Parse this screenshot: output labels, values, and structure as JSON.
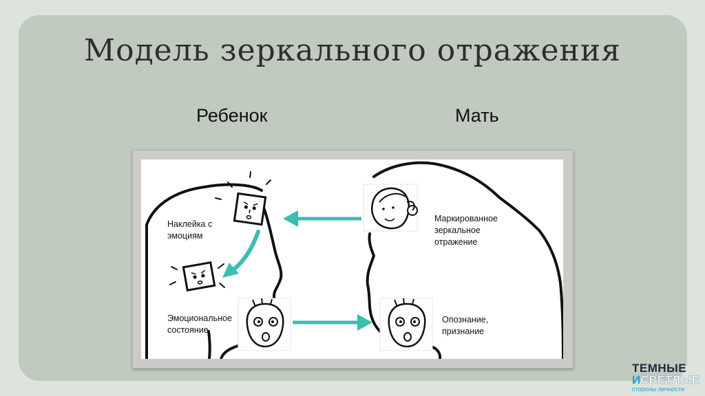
{
  "title": "Модель зеркального отражения",
  "columns": {
    "child": "Ребенок",
    "mother": "Мать"
  },
  "labels": {
    "sticker": "Наклейка с\nэмоциям",
    "emotional_state": "Эмоциональное\nсостояние",
    "marked_reflection": "Маркированное\nзеркальное\nотражение",
    "recognition": "Опознание,\nпризнание"
  },
  "logo": {
    "line1": "ТЕМНЫЕ",
    "line2_a": "И",
    "line2_b": "СВЕТЛЫЕ",
    "line3": "стороны личности"
  },
  "colors": {
    "arrow": "#3bbdb0",
    "background": "#c1cabf",
    "ink": "#111111"
  }
}
